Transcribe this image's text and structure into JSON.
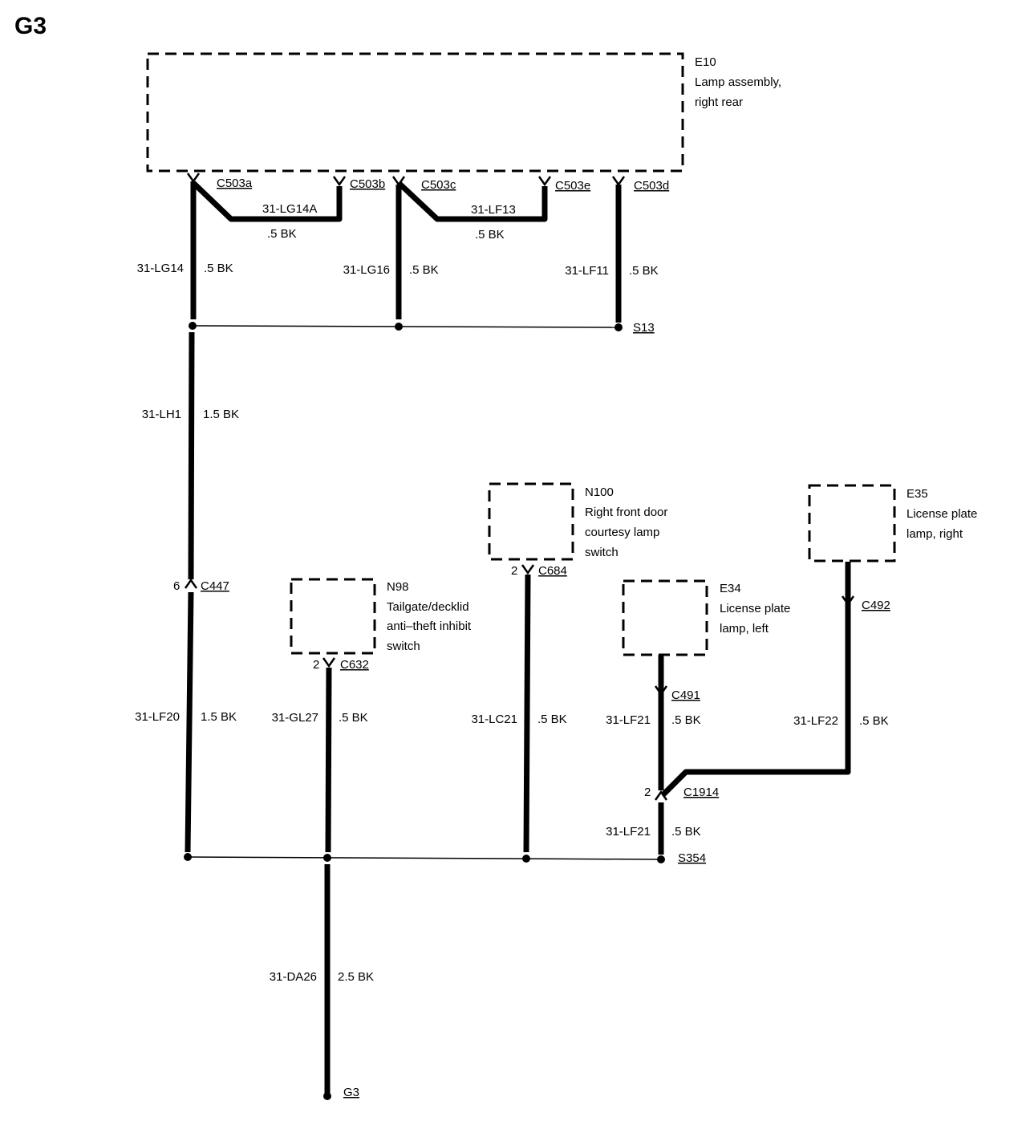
{
  "page": {
    "title": "G3"
  },
  "components": {
    "e10": {
      "id": "E10",
      "line1": "Lamp assembly,",
      "line2": "right rear"
    },
    "n100": {
      "id": "N100",
      "line1": "Right front door",
      "line2": "courtesy lamp",
      "line3": "switch"
    },
    "e35": {
      "id": "E35",
      "line1": "License plate",
      "line2": "lamp, right"
    },
    "n98": {
      "id": "N98",
      "line1": "Tailgate/decklid",
      "line2": "anti–theft inhibit",
      "line3": "switch"
    },
    "e34": {
      "id": "E34",
      "line1": "License plate",
      "line2": "lamp, left"
    }
  },
  "connectors": {
    "c503a": "C503a",
    "c503b": "C503b",
    "c503c": "C503c",
    "c503e": "C503e",
    "c503d": "C503d",
    "c447": "C447",
    "c447_pin": "6",
    "c684": "C684",
    "c684_pin": "2",
    "c632": "C632",
    "c632_pin": "2",
    "c491": "C491",
    "c492": "C492",
    "c1914": "C1914",
    "c1914_pin": "2"
  },
  "splices": {
    "s13": "S13",
    "s354": "S354"
  },
  "ground": {
    "g3": "G3"
  },
  "wires": {
    "lg14a": {
      "circuit": "31-LG14A",
      "spec": ".5 BK"
    },
    "lf13": {
      "circuit": "31-LF13",
      "spec": ".5 BK"
    },
    "lg14": {
      "circuit": "31-LG14",
      "spec": ".5 BK"
    },
    "lg16": {
      "circuit": "31-LG16",
      "spec": ".5 BK"
    },
    "lf11": {
      "circuit": "31-LF11",
      "spec": ".5 BK"
    },
    "lh1": {
      "circuit": "31-LH1",
      "spec": "1.5 BK"
    },
    "lf20": {
      "circuit": "31-LF20",
      "spec": "1.5 BK"
    },
    "gl27": {
      "circuit": "31-GL27",
      "spec": ".5 BK"
    },
    "lc21": {
      "circuit": "31-LC21",
      "spec": ".5 BK"
    },
    "lf21a": {
      "circuit": "31-LF21",
      "spec": ".5 BK"
    },
    "lf22": {
      "circuit": "31-LF22",
      "spec": ".5 BK"
    },
    "lf21b": {
      "circuit": "31-LF21",
      "spec": ".5 BK"
    },
    "da26": {
      "circuit": "31-DA26",
      "spec": "2.5 BK"
    }
  }
}
